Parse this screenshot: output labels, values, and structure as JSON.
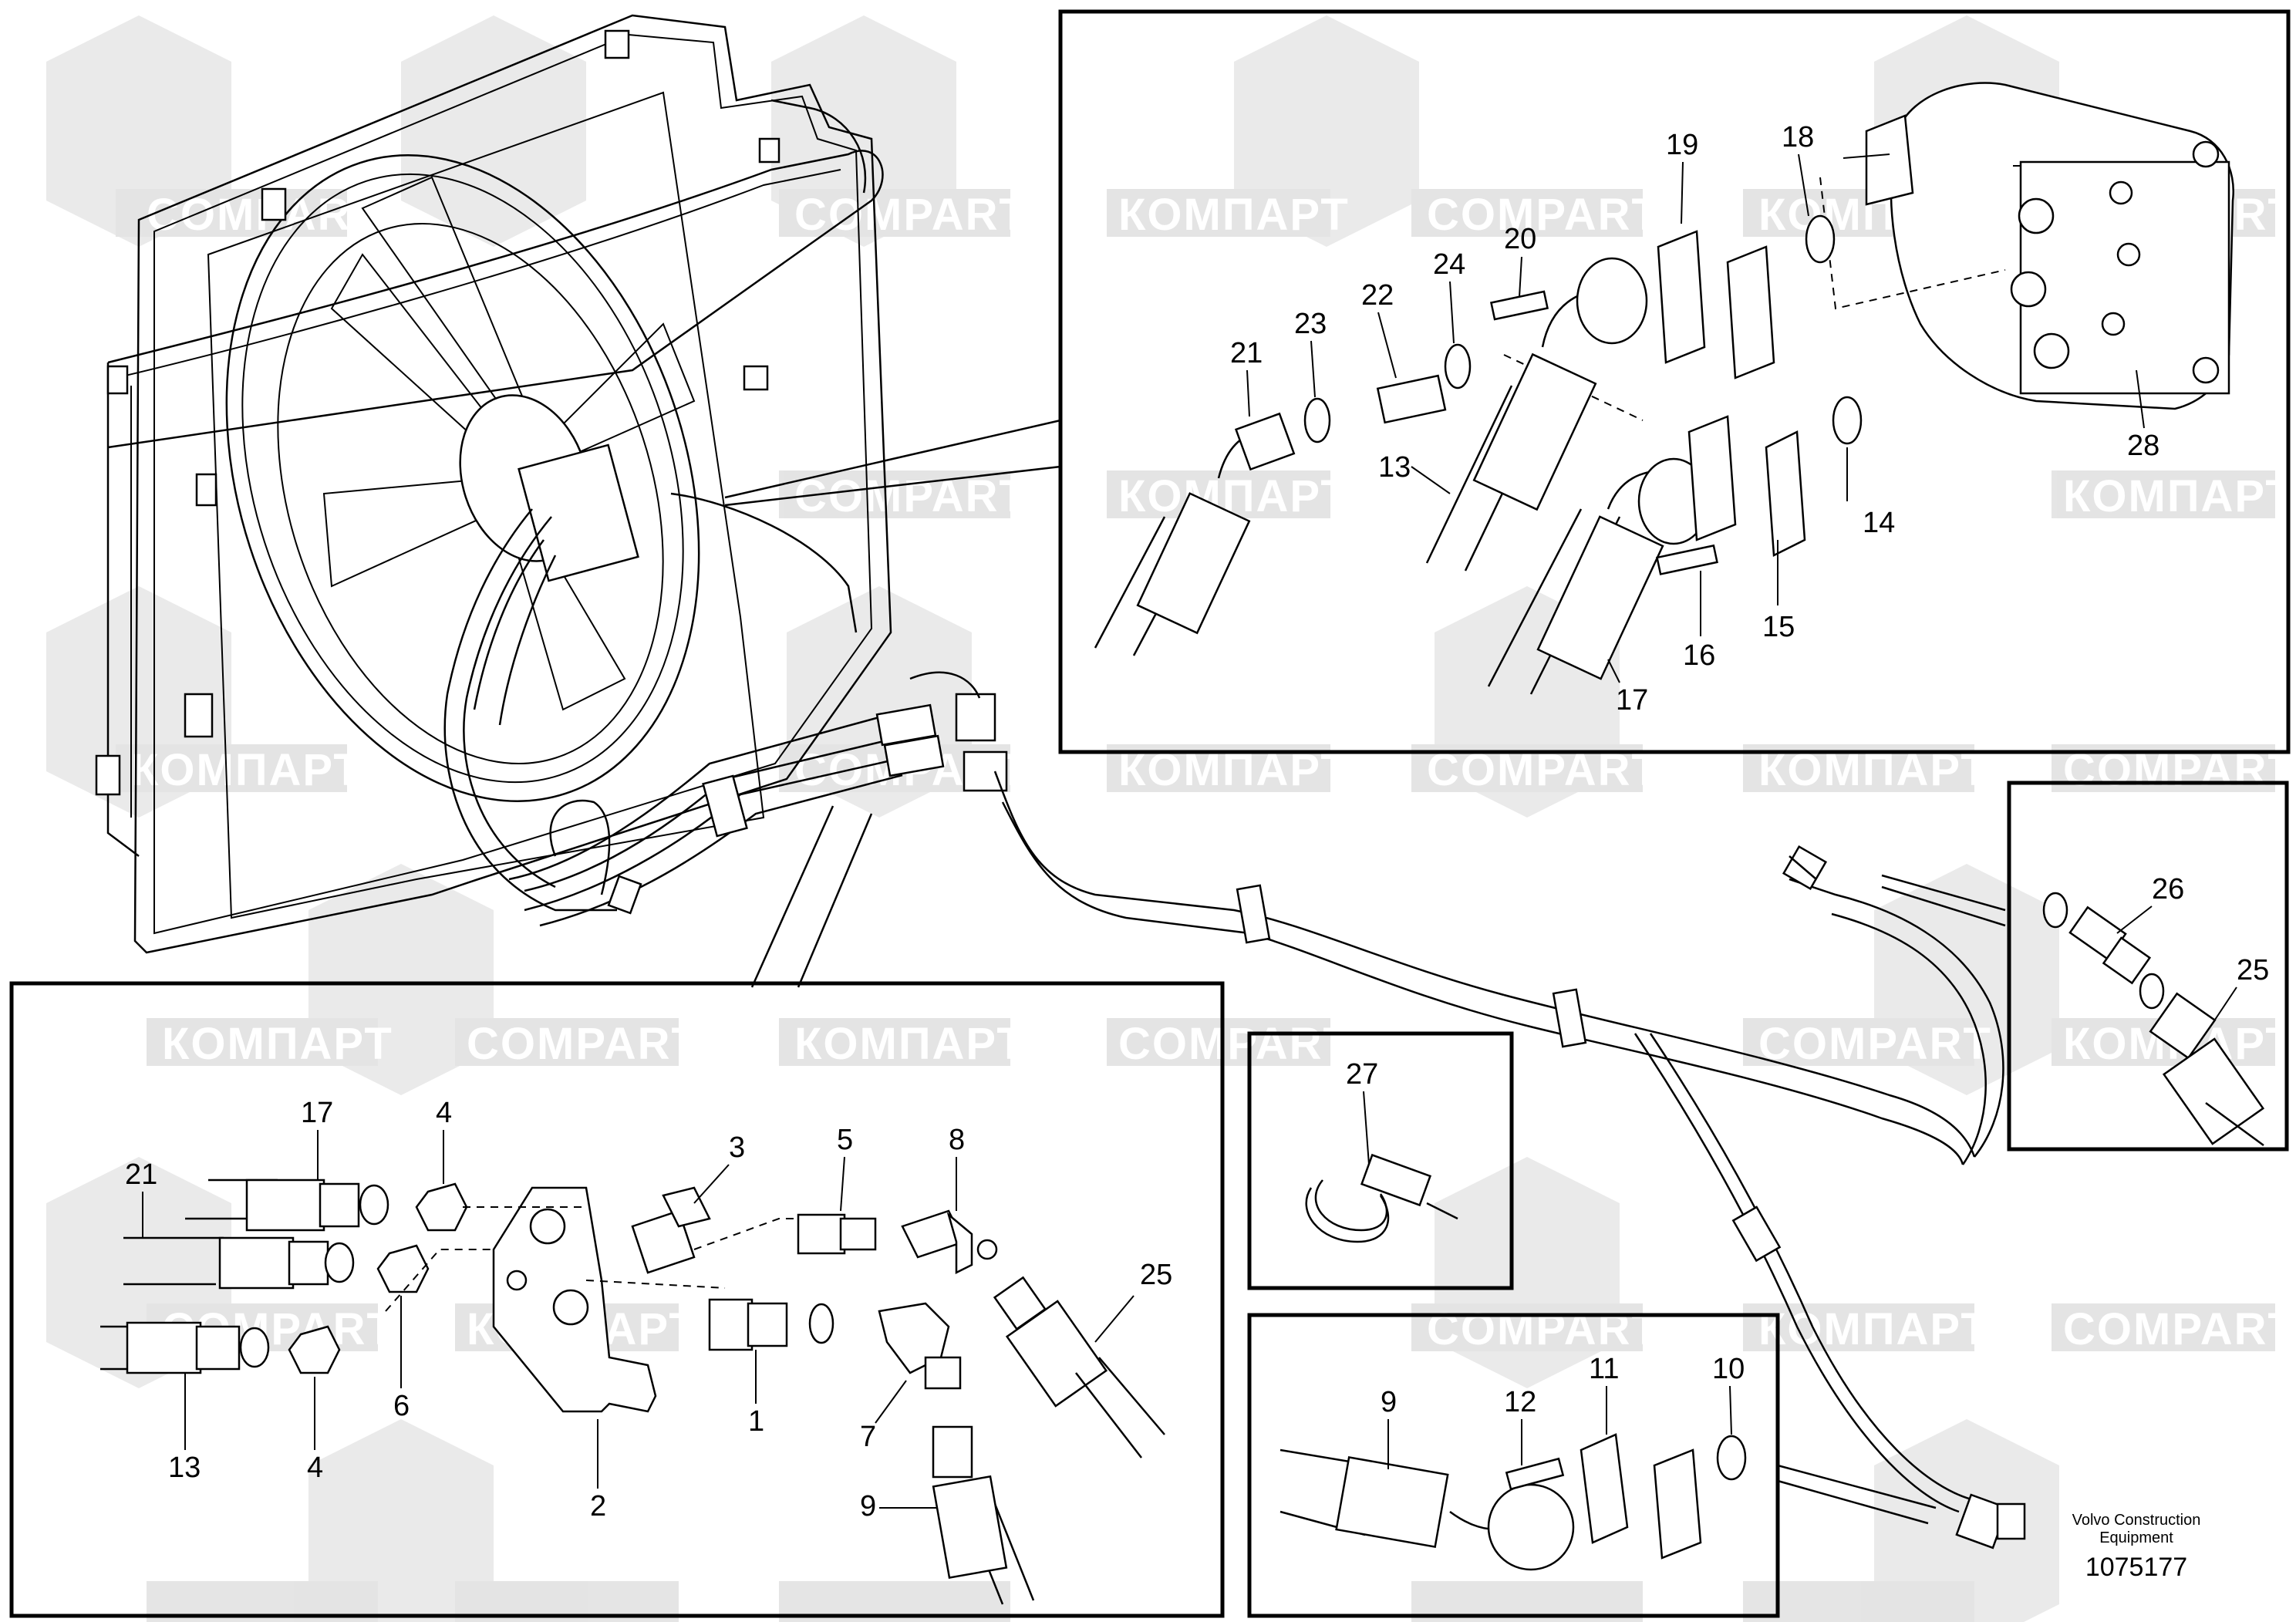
{
  "watermarks": [
    "КОМПАРТ",
    "COMPART"
  ],
  "callouts": {
    "c1": "1",
    "c2": "2",
    "c3": "3",
    "c4a": "4",
    "c4b": "4",
    "c5": "5",
    "c6": "6",
    "c7": "7",
    "c8": "8",
    "c9a": "9",
    "c9b": "9",
    "c10": "10",
    "c11": "11",
    "c12": "12",
    "c13a": "13",
    "c13b": "13",
    "c14": "14",
    "c15": "15",
    "c16": "16",
    "c17a": "17",
    "c17b": "17",
    "c18": "18",
    "c19": "19",
    "c20": "20",
    "c21a": "21",
    "c21b": "21",
    "c22": "22",
    "c23": "23",
    "c24": "24",
    "c25a": "25",
    "c25b": "25",
    "c26": "26",
    "c27": "27",
    "c28": "28"
  },
  "footer": {
    "line1": "Volvo Construction",
    "line2": "Equipment",
    "number": "1075177"
  }
}
